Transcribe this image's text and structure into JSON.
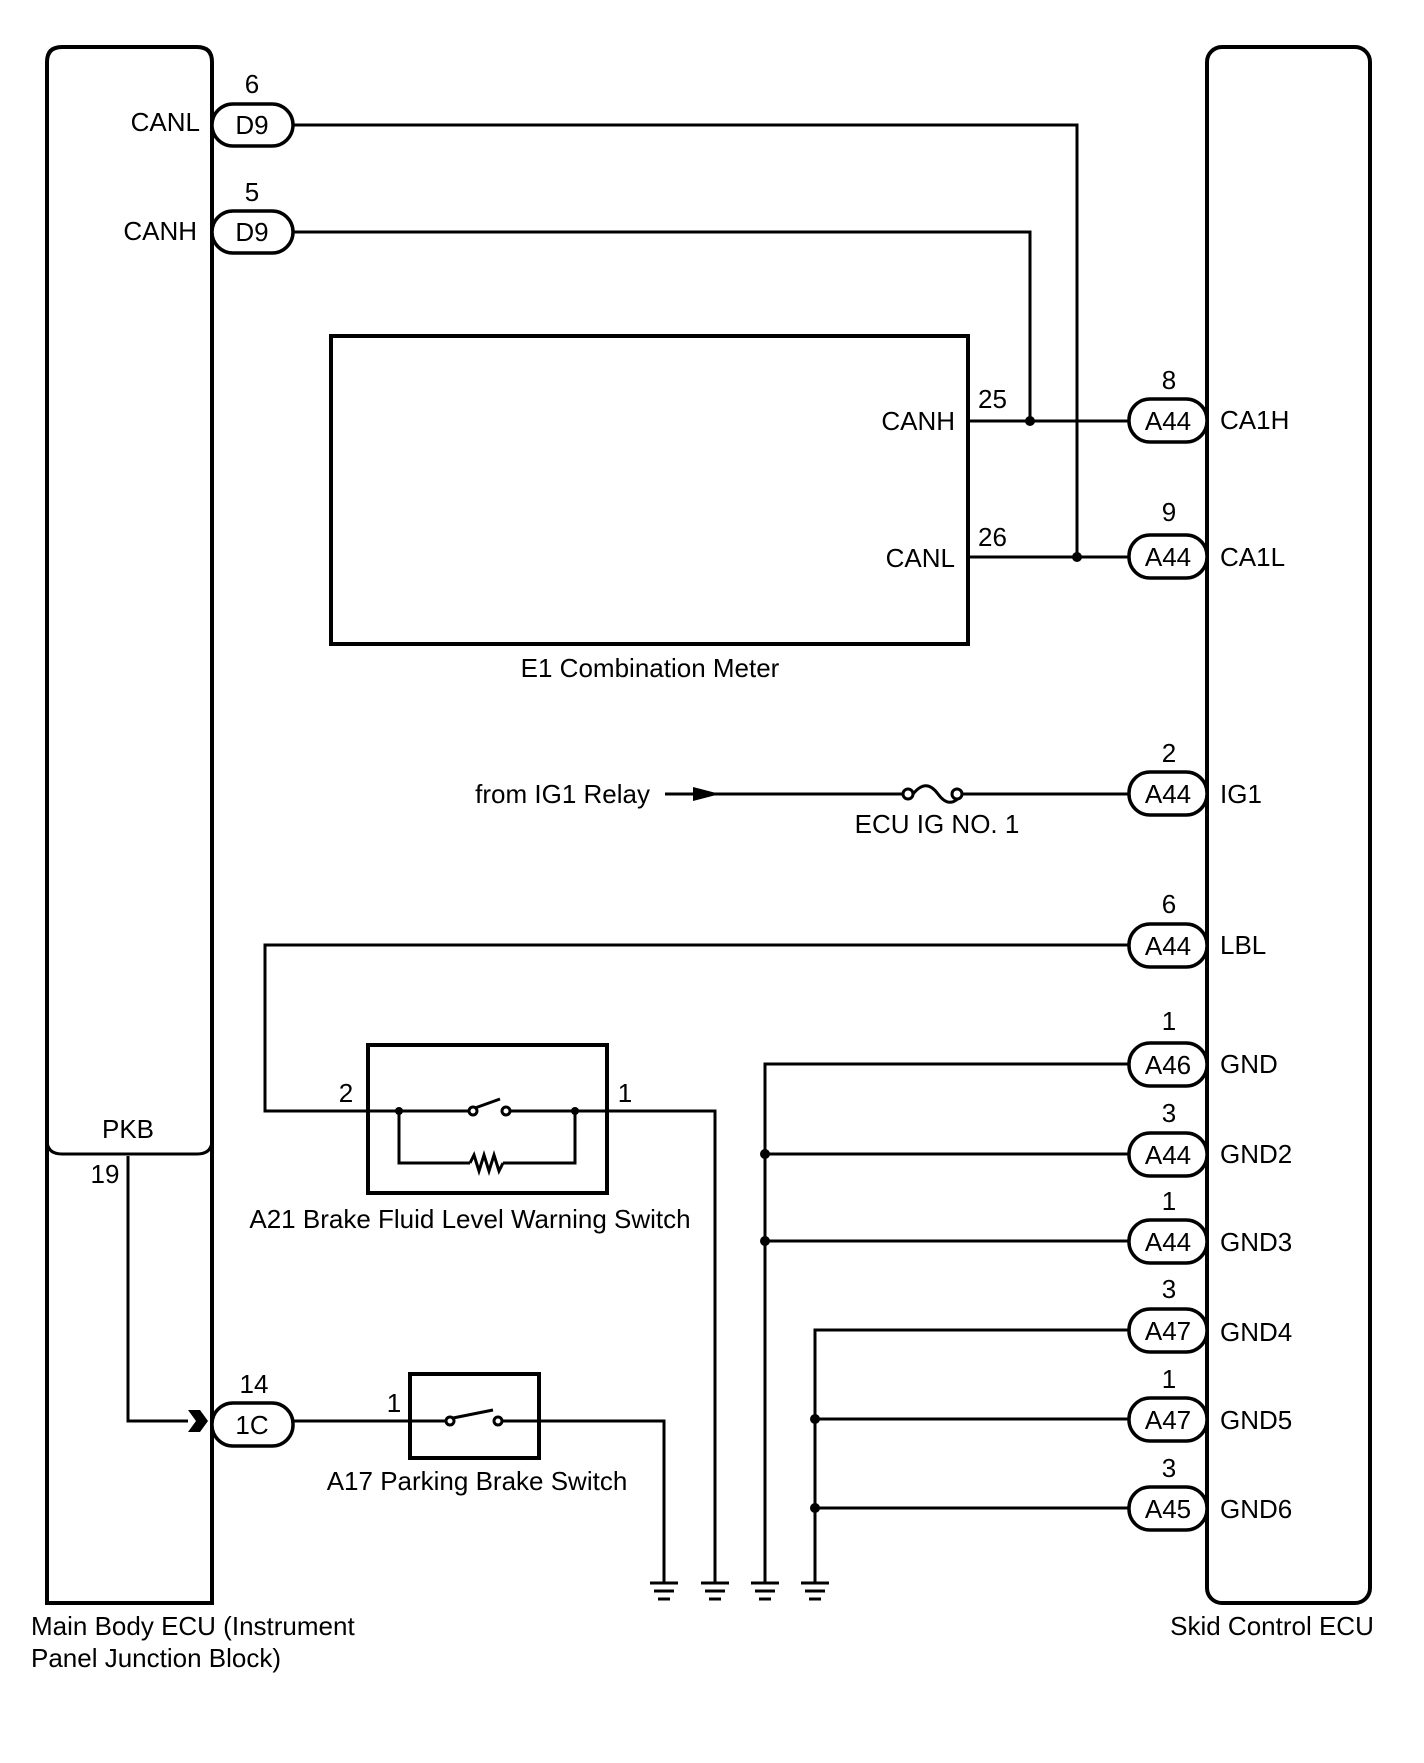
{
  "main_ecu": {
    "label_line1": "Main Body ECU (Instrument",
    "label_line2": "Panel Junction Block)",
    "canl": "CANL",
    "canh": "CANH",
    "pkb": "PKB",
    "pkb_pin": "19",
    "canl_pin": "6",
    "canh_pin": "5",
    "canl_conn": "D9",
    "canh_conn": "D9",
    "ic_pin": "14",
    "ic_conn": "1C"
  },
  "combination_meter": {
    "label": "E1  Combination Meter",
    "canh": "CANH",
    "canl": "CANL",
    "canh_pin": "25",
    "canl_pin": "26"
  },
  "ig1_relay": {
    "from": "from IG1 Relay",
    "fuse": "ECU IG NO. 1"
  },
  "brake_fluid_switch": {
    "label": "A21  Brake Fluid Level Warning Switch",
    "pin_left": "2",
    "pin_right": "1"
  },
  "parking_brake_switch": {
    "label": "A17  Parking Brake Switch",
    "pin": "1"
  },
  "skid_ecu": {
    "label": "Skid Control ECU",
    "terminals": [
      {
        "pin": "8",
        "conn": "A44",
        "name": "CA1H"
      },
      {
        "pin": "9",
        "conn": "A44",
        "name": "CA1L"
      },
      {
        "pin": "2",
        "conn": "A44",
        "name": "IG1"
      },
      {
        "pin": "6",
        "conn": "A44",
        "name": "LBL"
      },
      {
        "pin": "1",
        "conn": "A46",
        "name": "GND"
      },
      {
        "pin": "3",
        "conn": "A44",
        "name": "GND2"
      },
      {
        "pin": "1",
        "conn": "A44",
        "name": "GND3"
      },
      {
        "pin": "3",
        "conn": "A47",
        "name": "GND4"
      },
      {
        "pin": "1",
        "conn": "A47",
        "name": "GND5"
      },
      {
        "pin": "3",
        "conn": "A45",
        "name": "GND6"
      }
    ]
  }
}
